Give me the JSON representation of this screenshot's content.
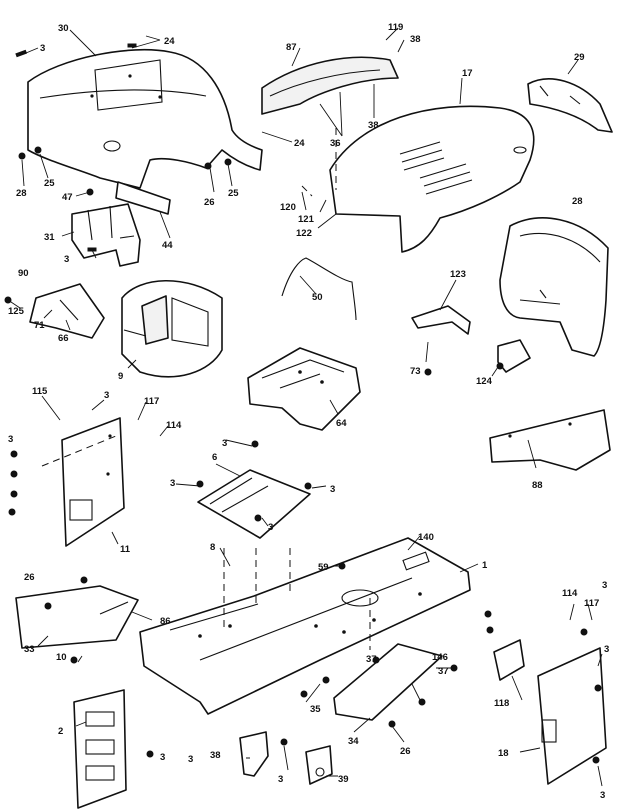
{
  "diagram": {
    "callouts": [
      "3",
      "30",
      "24",
      "87",
      "119",
      "38",
      "17",
      "29",
      "24",
      "36",
      "38",
      "28",
      "25",
      "25",
      "47",
      "26",
      "120",
      "121",
      "122",
      "31",
      "44",
      "28",
      "3",
      "90",
      "50",
      "123",
      "125",
      "71",
      "66",
      "9",
      "73",
      "124",
      "64",
      "115",
      "3",
      "117",
      "114",
      "3",
      "6",
      "3",
      "3",
      "11",
      "3",
      "8",
      "3",
      "88",
      "140",
      "1",
      "59",
      "26",
      "33",
      "86",
      "10",
      "37",
      "146",
      "37",
      "114",
      "117",
      "3",
      "2",
      "35",
      "34",
      "26",
      "118",
      "3",
      "3",
      "3",
      "38",
      "3",
      "39",
      "18",
      "3"
    ],
    "colors": {
      "ink": "#111111",
      "paper": "#ffffff"
    }
  }
}
